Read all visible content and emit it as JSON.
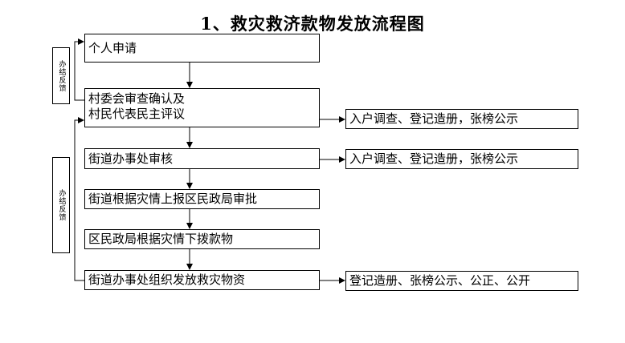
{
  "title": "1、救灾救济款物发放流程图",
  "steps": [
    {
      "lines": [
        "个人申请"
      ]
    },
    {
      "lines": [
        "村委会审查确认及",
        "村民代表民主评议"
      ]
    },
    {
      "lines": [
        "街道办事处审核"
      ]
    },
    {
      "lines": [
        "街道根据灾情上报区民政局审批"
      ]
    },
    {
      "lines": [
        "区民政局根据灾情下拨款物"
      ]
    },
    {
      "lines": [
        "街道办事处组织发放救灾物资"
      ]
    }
  ],
  "side_notes": [
    "入户调查、登记造册，张榜公示",
    "入户调查、登记造册，张榜公示",
    "登记造册、张榜公示、公正、公开"
  ],
  "feedback": [
    "办结反馈",
    "办结反馈"
  ]
}
